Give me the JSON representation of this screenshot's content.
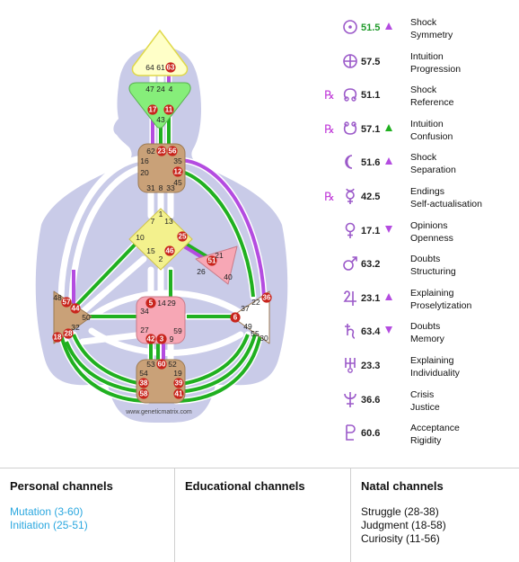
{
  "credit": "www.geneticmatrix.com",
  "centers": {
    "head": {
      "gates": [
        "64",
        "61",
        "63"
      ],
      "active": [
        "63"
      ]
    },
    "ajna": {
      "gates": [
        "47",
        "24",
        "4",
        "17",
        "11",
        "43"
      ],
      "active": [
        "17",
        "11"
      ]
    },
    "throat": {
      "gates": [
        "62",
        "23",
        "56",
        "16",
        "35",
        "20",
        "12",
        "45",
        "31",
        "8",
        "33"
      ],
      "active": [
        "23",
        "56",
        "12"
      ]
    },
    "g": {
      "gates": [
        "1",
        "7",
        "13",
        "10",
        "25",
        "15",
        "46",
        "2"
      ],
      "active": [
        "25",
        "46"
      ]
    },
    "ego": {
      "gates": [
        "21",
        "51",
        "26",
        "40"
      ],
      "active": [
        "51"
      ]
    },
    "spleen": {
      "gates": [
        "48",
        "57",
        "44",
        "50",
        "32",
        "18",
        "28"
      ],
      "active": [
        "57",
        "44",
        "18",
        "28"
      ]
    },
    "sacral": {
      "gates": [
        "5",
        "14",
        "29",
        "34",
        "27",
        "59",
        "42",
        "3",
        "9"
      ],
      "active": [
        "5",
        "42",
        "3"
      ]
    },
    "solar": {
      "gates": [
        "36",
        "22",
        "37",
        "6",
        "49",
        "55",
        "30"
      ],
      "active": [
        "36",
        "6"
      ]
    },
    "root": {
      "gates": [
        "53",
        "60",
        "52",
        "54",
        "19",
        "38",
        "39",
        "58",
        "41"
      ],
      "active": [
        "60",
        "38",
        "39",
        "58",
        "41"
      ]
    }
  },
  "colors": {
    "body_silhouette": "#c9cbe8",
    "channel_white": "#ffffff",
    "personality_green": "#20b020",
    "design_purple": "#b44ce0",
    "active_gate_red": "#c8241c",
    "head": "#ffffc8",
    "ajna": "#86ee7a",
    "throat": "#c9a178",
    "g": "#f3f18d",
    "ego": "#f7a7b5",
    "spleen": "#c9a178",
    "sacral": "#f7a7b5",
    "solar": "#ffffff",
    "root": "#c9a178"
  },
  "planets": [
    {
      "icon": "sun-icon",
      "retro": "",
      "degree": "51.5",
      "degree_green": true,
      "arrow": "up-purple",
      "line1": "Shock",
      "line2": "Symmetry"
    },
    {
      "icon": "earth-icon",
      "retro": "",
      "degree": "57.5",
      "degree_green": false,
      "arrow": "",
      "line1": "Intuition",
      "line2": "Progression"
    },
    {
      "icon": "north-node-icon",
      "retro": "R",
      "degree": "51.1",
      "degree_green": false,
      "arrow": "",
      "line1": "Shock",
      "line2": "Reference"
    },
    {
      "icon": "south-node-icon",
      "retro": "R",
      "degree": "57.1",
      "degree_green": false,
      "arrow": "up-green",
      "line1": "Intuition",
      "line2": "Confusion"
    },
    {
      "icon": "moon-icon",
      "retro": "",
      "degree": "51.6",
      "degree_green": false,
      "arrow": "up-purple",
      "line1": "Shock",
      "line2": "Separation"
    },
    {
      "icon": "mercury-icon",
      "retro": "R",
      "degree": "42.5",
      "degree_green": false,
      "arrow": "",
      "line1": "Endings",
      "line2": "Self-actualisation"
    },
    {
      "icon": "venus-icon",
      "retro": "",
      "degree": "17.1",
      "degree_green": false,
      "arrow": "down-purple",
      "line1": "Opinions",
      "line2": "Openness"
    },
    {
      "icon": "mars-icon",
      "retro": "",
      "degree": "63.2",
      "degree_green": false,
      "arrow": "",
      "line1": "Doubts",
      "line2": "Structuring"
    },
    {
      "icon": "jupiter-icon",
      "retro": "",
      "degree": "23.1",
      "degree_green": false,
      "arrow": "up-purple",
      "line1": "Explaining",
      "line2": "Proselytization"
    },
    {
      "icon": "saturn-icon",
      "retro": "",
      "degree": "63.4",
      "degree_green": false,
      "arrow": "down-purple",
      "line1": "Doubts",
      "line2": "Memory"
    },
    {
      "icon": "uranus-icon",
      "retro": "",
      "degree": "23.3",
      "degree_green": false,
      "arrow": "",
      "line1": "Explaining",
      "line2": "Individuality"
    },
    {
      "icon": "neptune-icon",
      "retro": "",
      "degree": "36.6",
      "degree_green": false,
      "arrow": "",
      "line1": "Crisis",
      "line2": "Justice"
    },
    {
      "icon": "pluto-icon",
      "retro": "",
      "degree": "60.6",
      "degree_green": false,
      "arrow": "",
      "line1": "Acceptance",
      "line2": "Rigidity"
    }
  ],
  "channels": {
    "personal": {
      "title": "Personal channels",
      "items": [
        "Mutation (3-60)",
        "Initiation (25-51)"
      ]
    },
    "educational": {
      "title": "Educational channels",
      "items": []
    },
    "natal": {
      "title": "Natal channels",
      "items": [
        "Struggle (28-38)",
        "Judgment (18-58)",
        "Curiosity (11-56)"
      ]
    }
  }
}
